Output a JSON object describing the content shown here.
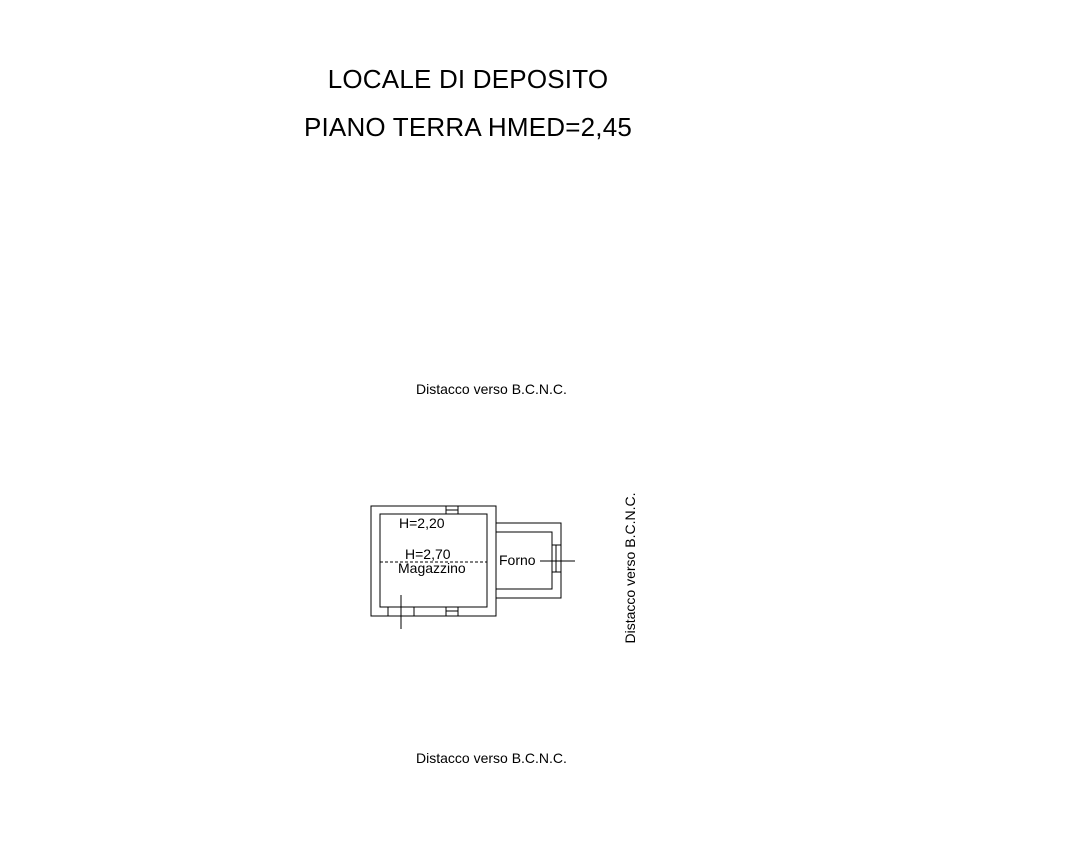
{
  "title": {
    "line1": "LOCALE DI DEPOSITO",
    "line2": "PIANO TERRA HMED=2,45"
  },
  "notes": {
    "top": "Distacco verso B.C.N.C.",
    "right": "Distacco verso B.C.N.C.",
    "bottom": "Distacco verso B.C.N.C."
  },
  "plan": {
    "heights": {
      "upper": "H=2,20",
      "lower": "H=2,70"
    },
    "rooms": {
      "main": "Magazzino",
      "side": "Forno"
    }
  },
  "colors": {
    "line": "#000000",
    "background": "#ffffff"
  }
}
